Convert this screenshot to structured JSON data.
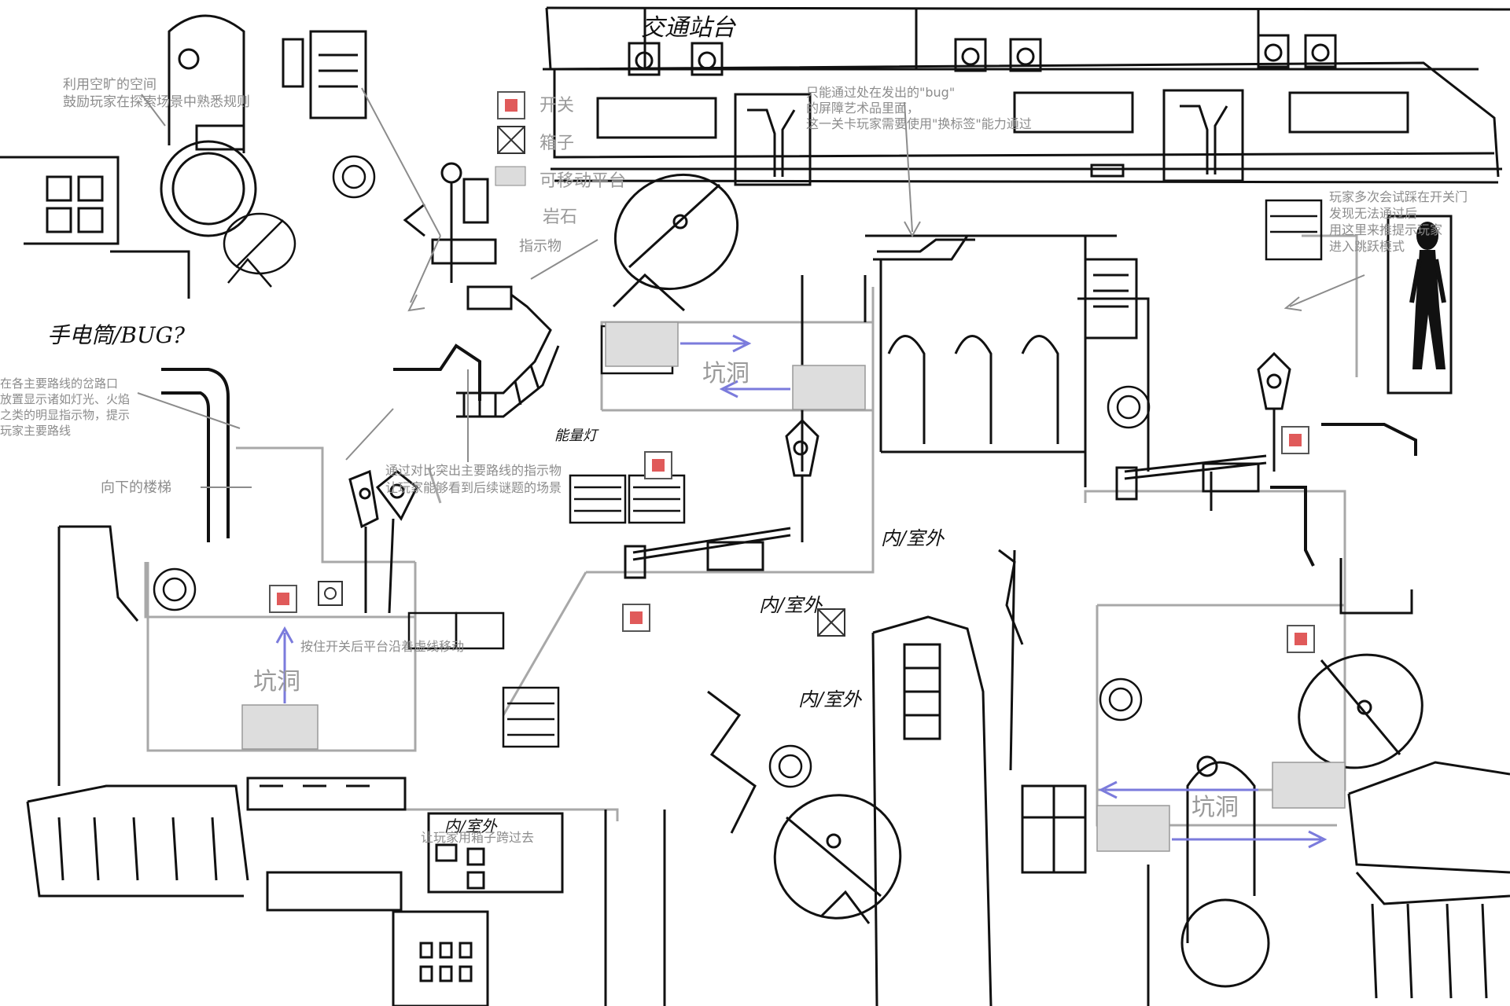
{
  "legend": {
    "switch": "开关",
    "box": "箱子",
    "moving_platform": "可移动平台",
    "rock": "岩石",
    "indicator": "指示物"
  },
  "handwritten": {
    "title": "交通站台",
    "flashlight": "手电筒/BUG?",
    "lamp": "能量灯",
    "outdoor_1": "内/室外",
    "outdoor_2": "内/室外",
    "outdoor_3": "内/室外",
    "outdoor_4": "内/室外"
  },
  "notes": {
    "open_space": "利用空旷的空间\n鼓励玩家在探索场景中熟悉规则",
    "main_route": "在各主要路线的岔路口\n放置显示诸如灯光、火焰\n之类的明显指示物，提示\n玩家主要路线",
    "stairs_down": "向下的楼梯",
    "contrast": "通过对比突出主要路线的指示物\n让玩家能够看到后续谜题的场景",
    "switch_platform": "按住开关后平台沿着虚线移动",
    "bug_gate": "只能通过处在发出的\"bug\"\n的屏障艺术品里面，\n这一关卡玩家需要使用\"换标签\"能力通过",
    "multi_switch": "玩家多次会试踩在开关门\n发现无法通过后\n用这里来推提示玩家\n进入跳跃模式",
    "push_box": "让玩家用箱子跨过去"
  },
  "pits": [
    "坑洞",
    "坑洞",
    "坑洞"
  ],
  "colors": {
    "ink": "#111111",
    "note": "#8c8c8c",
    "route": "#a8a8a8",
    "switch": "#e05a5a",
    "arrow": "#7b7bdc",
    "platform": "#dddddd"
  }
}
